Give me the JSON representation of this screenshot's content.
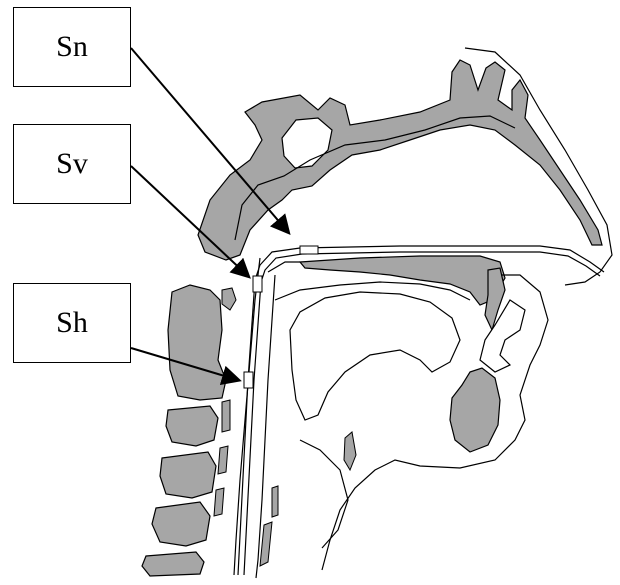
{
  "labels": {
    "sn": "Sn",
    "sv": "Sv",
    "sh": "Sh"
  },
  "colors": {
    "tissue_fill": "#a6a6a6",
    "outline": "#000000",
    "background": "#ffffff"
  },
  "icons": {
    "arrow": "arrow-icon"
  }
}
